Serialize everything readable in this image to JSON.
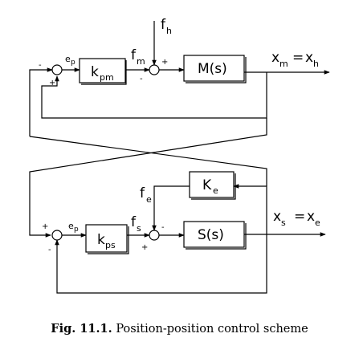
{
  "diagram": {
    "blocks": {
      "kpm": {
        "main": "k",
        "sub": "pm"
      },
      "master": "M(s)",
      "kps": {
        "main": "k",
        "sub": "ps"
      },
      "slave": "S(s)",
      "ke": {
        "main": "K",
        "sub": "e"
      }
    },
    "signals": {
      "fh": {
        "main": "f",
        "sub": "h"
      },
      "fm": {
        "main": "f",
        "sub": "m"
      },
      "fe": {
        "main": "f",
        "sub": "e"
      },
      "fs": {
        "main": "f",
        "sub": "s"
      },
      "ep_top": {
        "main": "e",
        "sub": "p"
      },
      "ep_bottom": {
        "main": "e",
        "sub": "p"
      },
      "xm": {
        "a": "x",
        "a_sub": "m",
        "eq": "=",
        "b": "x",
        "b_sub": "h"
      },
      "xs": {
        "a": "x",
        "a_sub": "s",
        "eq": "=",
        "b": "x",
        "b_sub": "e"
      }
    },
    "signs": {
      "plus": "+",
      "minus": "-"
    }
  },
  "caption": {
    "fig_label": "Fig. 11.1.",
    "text": "Position-position control scheme"
  }
}
